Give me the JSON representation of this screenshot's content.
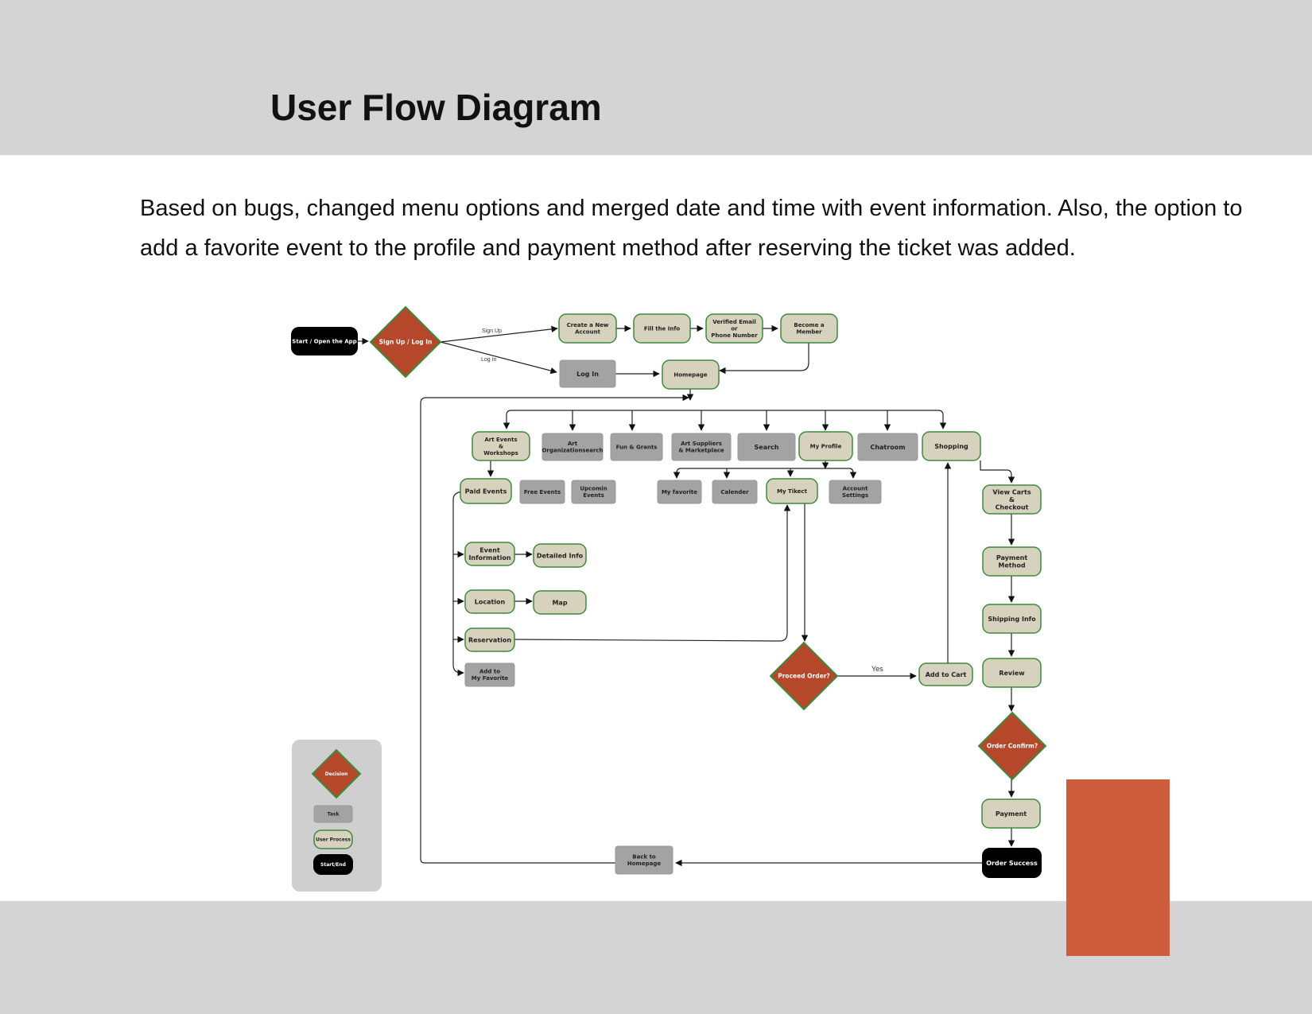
{
  "title": "User Flow Diagram",
  "description": "Based on bugs, changed menu options and merged date and time with event information. Also, the option to add a favorite event to the profile and payment method after reserving the ticket was added.",
  "colors": {
    "band": "#d4d4d4",
    "decision": "#b5482b",
    "decision_border": "#3e8a3e",
    "task": "#a3a3a3",
    "user_process": "#d6d2bd",
    "user_process_border": "#3e8a3e",
    "start_end": "#000000",
    "accent": "#cd5d3d"
  },
  "diagram": {
    "nodes": [
      {
        "id": "start",
        "kind": "start",
        "lines": [
          "Start / Open the App"
        ]
      },
      {
        "id": "signup_login",
        "kind": "decision",
        "lines": [
          "Sign Up / Log In"
        ]
      },
      {
        "id": "create_account",
        "kind": "process",
        "lines": [
          "Create a New",
          "Account"
        ]
      },
      {
        "id": "fill_info",
        "kind": "process",
        "lines": [
          "Fill the Info"
        ]
      },
      {
        "id": "verified",
        "kind": "process",
        "lines": [
          "Verified Email",
          "or",
          "Phone Number"
        ]
      },
      {
        "id": "become_member",
        "kind": "process",
        "lines": [
          "Become a",
          "Member"
        ]
      },
      {
        "id": "log_in",
        "kind": "task",
        "lines": [
          "Log In"
        ]
      },
      {
        "id": "homepage",
        "kind": "process",
        "lines": [
          "Homepage"
        ]
      },
      {
        "id": "art_events",
        "kind": "process",
        "lines": [
          "Art Events",
          "&",
          "Workshops"
        ]
      },
      {
        "id": "art_org",
        "kind": "task",
        "lines": [
          "Art",
          "Organizationsearch"
        ]
      },
      {
        "id": "fun_grants",
        "kind": "task",
        "lines": [
          "Fun & Grants"
        ]
      },
      {
        "id": "art_suppliers",
        "kind": "task",
        "lines": [
          "Art Suppliers",
          "& Marketplace"
        ]
      },
      {
        "id": "search",
        "kind": "task",
        "lines": [
          "Search"
        ]
      },
      {
        "id": "my_profile",
        "kind": "process",
        "lines": [
          "My Profile"
        ]
      },
      {
        "id": "chatroom",
        "kind": "task",
        "lines": [
          "Chatroom"
        ]
      },
      {
        "id": "shopping",
        "kind": "process",
        "lines": [
          "Shopping"
        ]
      },
      {
        "id": "paid_events",
        "kind": "process",
        "lines": [
          "Paid Events"
        ]
      },
      {
        "id": "free_events",
        "kind": "task",
        "lines": [
          "Free Events"
        ]
      },
      {
        "id": "upcoming_events",
        "kind": "task",
        "lines": [
          "Upcomin",
          "Events"
        ]
      },
      {
        "id": "my_favorite",
        "kind": "task",
        "lines": [
          "My favorite"
        ]
      },
      {
        "id": "calender",
        "kind": "task",
        "lines": [
          "Calender"
        ]
      },
      {
        "id": "my_ticket",
        "kind": "process",
        "lines": [
          "My Tikect"
        ]
      },
      {
        "id": "account_settings",
        "kind": "task",
        "lines": [
          "Account",
          "Settings"
        ]
      },
      {
        "id": "view_carts",
        "kind": "process",
        "lines": [
          "View Carts",
          "&",
          "Checkout"
        ]
      },
      {
        "id": "event_info",
        "kind": "process",
        "lines": [
          "Event",
          "Information"
        ]
      },
      {
        "id": "detailed_info",
        "kind": "process",
        "lines": [
          "Detailed Info"
        ]
      },
      {
        "id": "payment_method",
        "kind": "process",
        "lines": [
          "Payment",
          "Method"
        ]
      },
      {
        "id": "location",
        "kind": "process",
        "lines": [
          "Location"
        ]
      },
      {
        "id": "map",
        "kind": "process",
        "lines": [
          "Map"
        ]
      },
      {
        "id": "shipping_info",
        "kind": "process",
        "lines": [
          "Shipping Info"
        ]
      },
      {
        "id": "reservation",
        "kind": "process",
        "lines": [
          "Reservation"
        ]
      },
      {
        "id": "proceed_order",
        "kind": "decision",
        "lines": [
          "Proceed Order?"
        ]
      },
      {
        "id": "add_to_cart",
        "kind": "process",
        "lines": [
          "Add to Cart"
        ]
      },
      {
        "id": "review",
        "kind": "process",
        "lines": [
          "Review"
        ]
      },
      {
        "id": "add_favorite",
        "kind": "task",
        "lines": [
          "Add to",
          "My Favorite"
        ]
      },
      {
        "id": "order_confirm",
        "kind": "decision",
        "lines": [
          "Order Confirm?"
        ]
      },
      {
        "id": "payment",
        "kind": "process",
        "lines": [
          "Payment"
        ]
      },
      {
        "id": "back_home",
        "kind": "task",
        "lines": [
          "Back to",
          "Homepage"
        ]
      },
      {
        "id": "order_success",
        "kind": "start",
        "lines": [
          "Order Success"
        ]
      }
    ],
    "edge_labels": {
      "sign_up": "Sign Up",
      "log_in": "Log In",
      "yes": "Yes"
    }
  },
  "legend": [
    {
      "kind": "decision",
      "label": "Decision"
    },
    {
      "kind": "task",
      "label": "Task"
    },
    {
      "kind": "process",
      "label": "User Process"
    },
    {
      "kind": "start",
      "label": "Start/End"
    }
  ]
}
